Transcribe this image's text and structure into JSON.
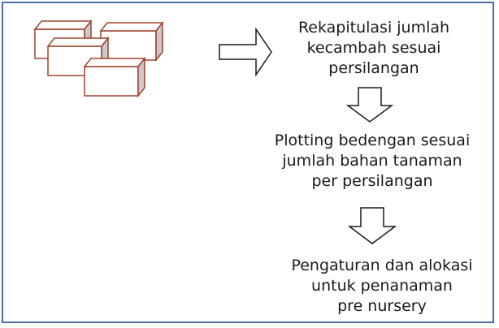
{
  "steps": [
    "Rekapitulasi jumlah\nkecambah sesuai\npersilangan",
    "Plotting bedengan sesuai\njumlah bahan tanaman\nper persilangan",
    "Pengaturan dan alokasi\nuntuk penanaman\npre nursery"
  ],
  "colors": {
    "border": "#4a6fa5",
    "box_stroke": "#a0402a",
    "box_side": "#c9c9c9",
    "arrow_stroke": "#1a1a1a"
  }
}
